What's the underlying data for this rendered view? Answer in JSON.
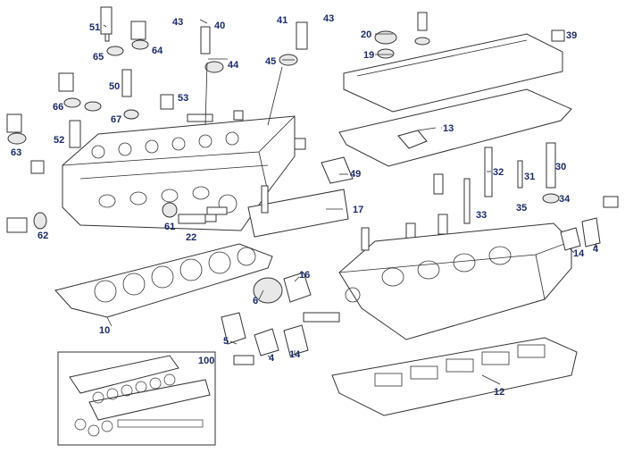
{
  "callouts": [
    "51",
    "65",
    "64",
    "43",
    "40",
    "41",
    "43",
    "20",
    "39",
    "19",
    "44",
    "45",
    "50",
    "53",
    "66",
    "67",
    "52",
    "63",
    "13",
    "49",
    "32",
    "31",
    "30",
    "35",
    "34",
    "17",
    "33",
    "61",
    "22",
    "62",
    "14",
    "4",
    "16",
    "6",
    "10",
    "5",
    "4",
    "14",
    "100",
    "12"
  ],
  "colors": {
    "callout_text": "#1a2a6c",
    "line": "#333333"
  }
}
